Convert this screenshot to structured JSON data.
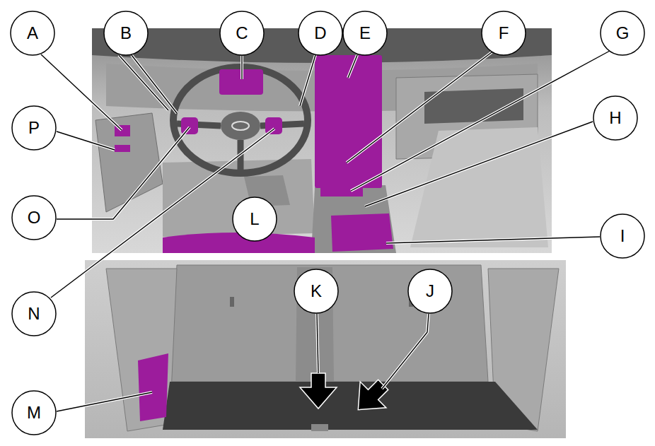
{
  "diagram": {
    "nodes": [
      {
        "text": [
          "A"
        ]
      },
      {
        "text": [
          "B"
        ]
      },
      {
        "text": [
          "C"
        ]
      },
      {
        "text": [
          "D"
        ]
      },
      {
        "text": [
          "E"
        ]
      },
      {
        "text": [
          "F"
        ]
      },
      {
        "text": [
          "G"
        ]
      },
      {
        "text": [
          "P"
        ]
      },
      {
        "text": [
          "H"
        ]
      },
      {
        "text": [
          "O"
        ]
      },
      {
        "text": [
          "L"
        ]
      },
      {
        "text": [
          "I"
        ]
      },
      {
        "text": [
          "N"
        ]
      },
      {
        "text": [
          "K"
        ]
      },
      {
        "text": [
          "J"
        ]
      },
      {
        "text": [
          "M"
        ]
      }
    ]
  }
}
